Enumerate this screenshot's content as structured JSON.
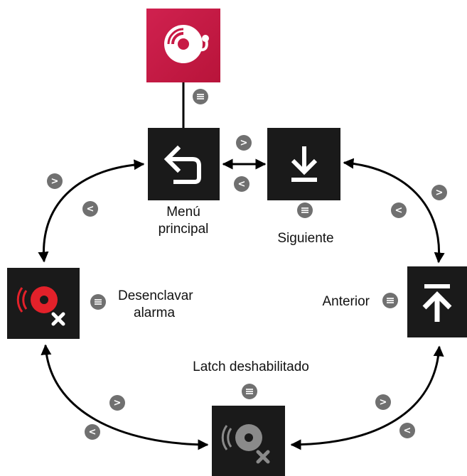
{
  "colors": {
    "tile_dark": "#1a1a1a",
    "tile_brand": "#c81a45",
    "alarm_red": "#e3212a",
    "disabled_grey": "#8a8a8a",
    "badge_grey": "#707070",
    "arrow": "#000000"
  },
  "nodes": {
    "alarm_app": {
      "icon": "alarm-app-icon"
    },
    "main_menu": {
      "icon": "return-arrow-icon",
      "label_line1": "Menú",
      "label_line2": "principal"
    },
    "next": {
      "icon": "download-arrow-icon",
      "label": "Siguiente"
    },
    "previous": {
      "icon": "upload-arrow-icon",
      "label": "Anterior"
    },
    "unlatch": {
      "icon": "alarm-unlatch-icon",
      "label_line1": "Desenclavar",
      "label_line2": "alarma"
    },
    "latch_disabled": {
      "icon": "alarm-latch-disabled-icon",
      "label": "Latch deshabilitado"
    }
  },
  "badges": {
    "next_symbol": ">",
    "prev_symbol": "<",
    "menu_icon": "menu-lines-icon"
  }
}
